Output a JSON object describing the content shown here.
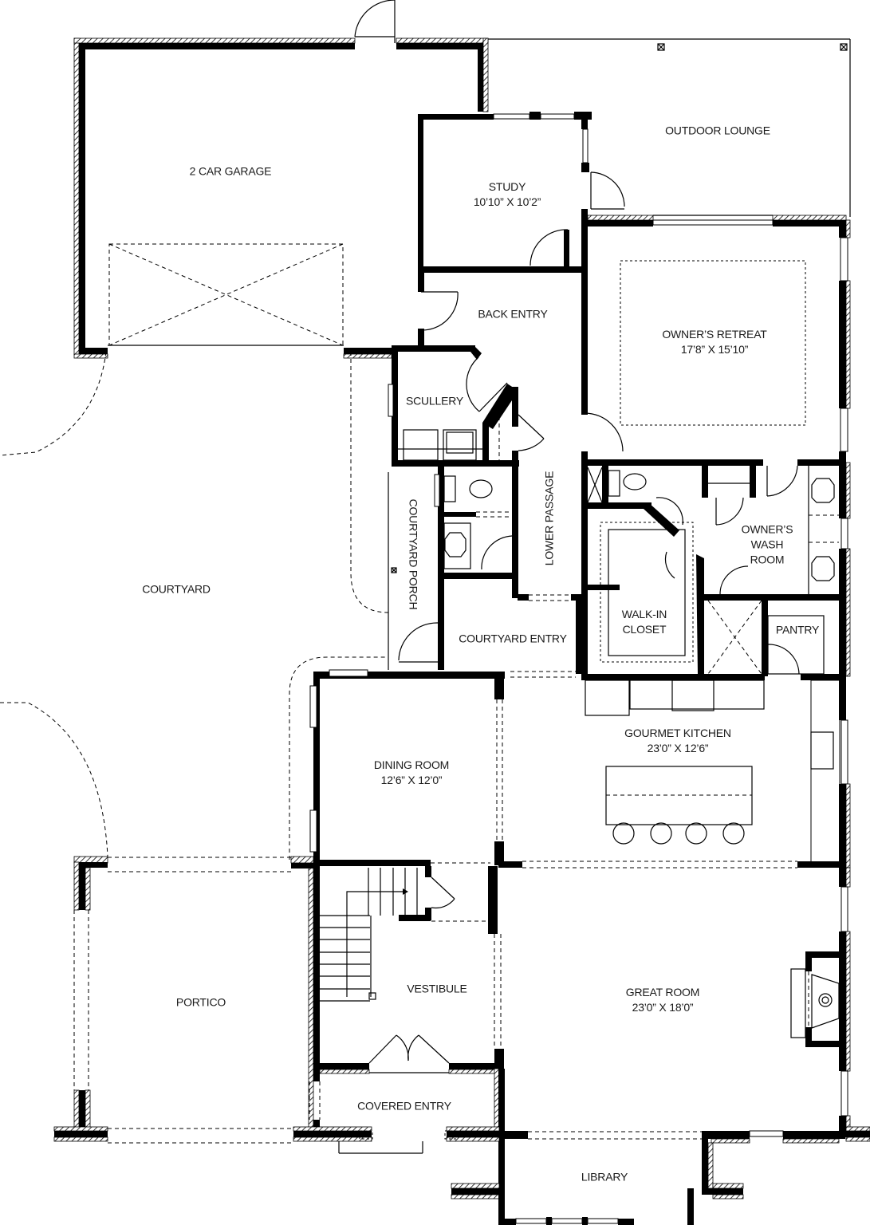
{
  "plan": {
    "type": "floor-plan",
    "colors": {
      "wall": "#000000",
      "background": "#ffffff",
      "text": "#1a1a1a"
    },
    "rooms": [
      {
        "id": "garage",
        "name": "2 CAR GARAGE",
        "dimensions": ""
      },
      {
        "id": "study",
        "name": "STUDY",
        "dimensions": "10’10” X 10’2”"
      },
      {
        "id": "outdoor-lounge",
        "name": "OUTDOOR LOUNGE",
        "dimensions": ""
      },
      {
        "id": "back-entry",
        "name": "BACK ENTRY",
        "dimensions": ""
      },
      {
        "id": "owners-retreat",
        "name": "OWNER’S RETREAT",
        "dimensions": "17’8” X 15’10”"
      },
      {
        "id": "scullery",
        "name": "SCULLERY",
        "dimensions": ""
      },
      {
        "id": "lower-passage",
        "name": "LOWER PASSAGE",
        "dimensions": ""
      },
      {
        "id": "courtyard-porch",
        "name": "COURTYARD PORCH",
        "dimensions": ""
      },
      {
        "id": "owners-wash-room",
        "name": "OWNER’S WASH ROOM",
        "line1": "OWNER’S",
        "line2": "WASH",
        "line3": "ROOM",
        "dimensions": ""
      },
      {
        "id": "courtyard",
        "name": "COURTYARD",
        "dimensions": ""
      },
      {
        "id": "walk-in-closet",
        "name": "WALK-IN CLOSET",
        "line1": "WALK-IN",
        "line2": "CLOSET",
        "dimensions": ""
      },
      {
        "id": "pantry",
        "name": "PANTRY",
        "dimensions": ""
      },
      {
        "id": "courtyard-entry",
        "name": "COURTYARD ENTRY",
        "dimensions": ""
      },
      {
        "id": "gourmet-kitchen",
        "name": "GOURMET KITCHEN",
        "dimensions": "23’0” X 12’6”"
      },
      {
        "id": "dining-room",
        "name": "DINING ROOM",
        "dimensions": "12’6” X 12’0”"
      },
      {
        "id": "vestibule",
        "name": "VESTIBULE",
        "dimensions": ""
      },
      {
        "id": "portico",
        "name": "PORTICO",
        "dimensions": ""
      },
      {
        "id": "great-room",
        "name": "GREAT ROOM",
        "dimensions": "23’0” X 18’0”"
      },
      {
        "id": "covered-entry",
        "name": "COVERED ENTRY",
        "dimensions": ""
      },
      {
        "id": "library",
        "name": "LIBRARY",
        "dimensions": ""
      }
    ]
  }
}
